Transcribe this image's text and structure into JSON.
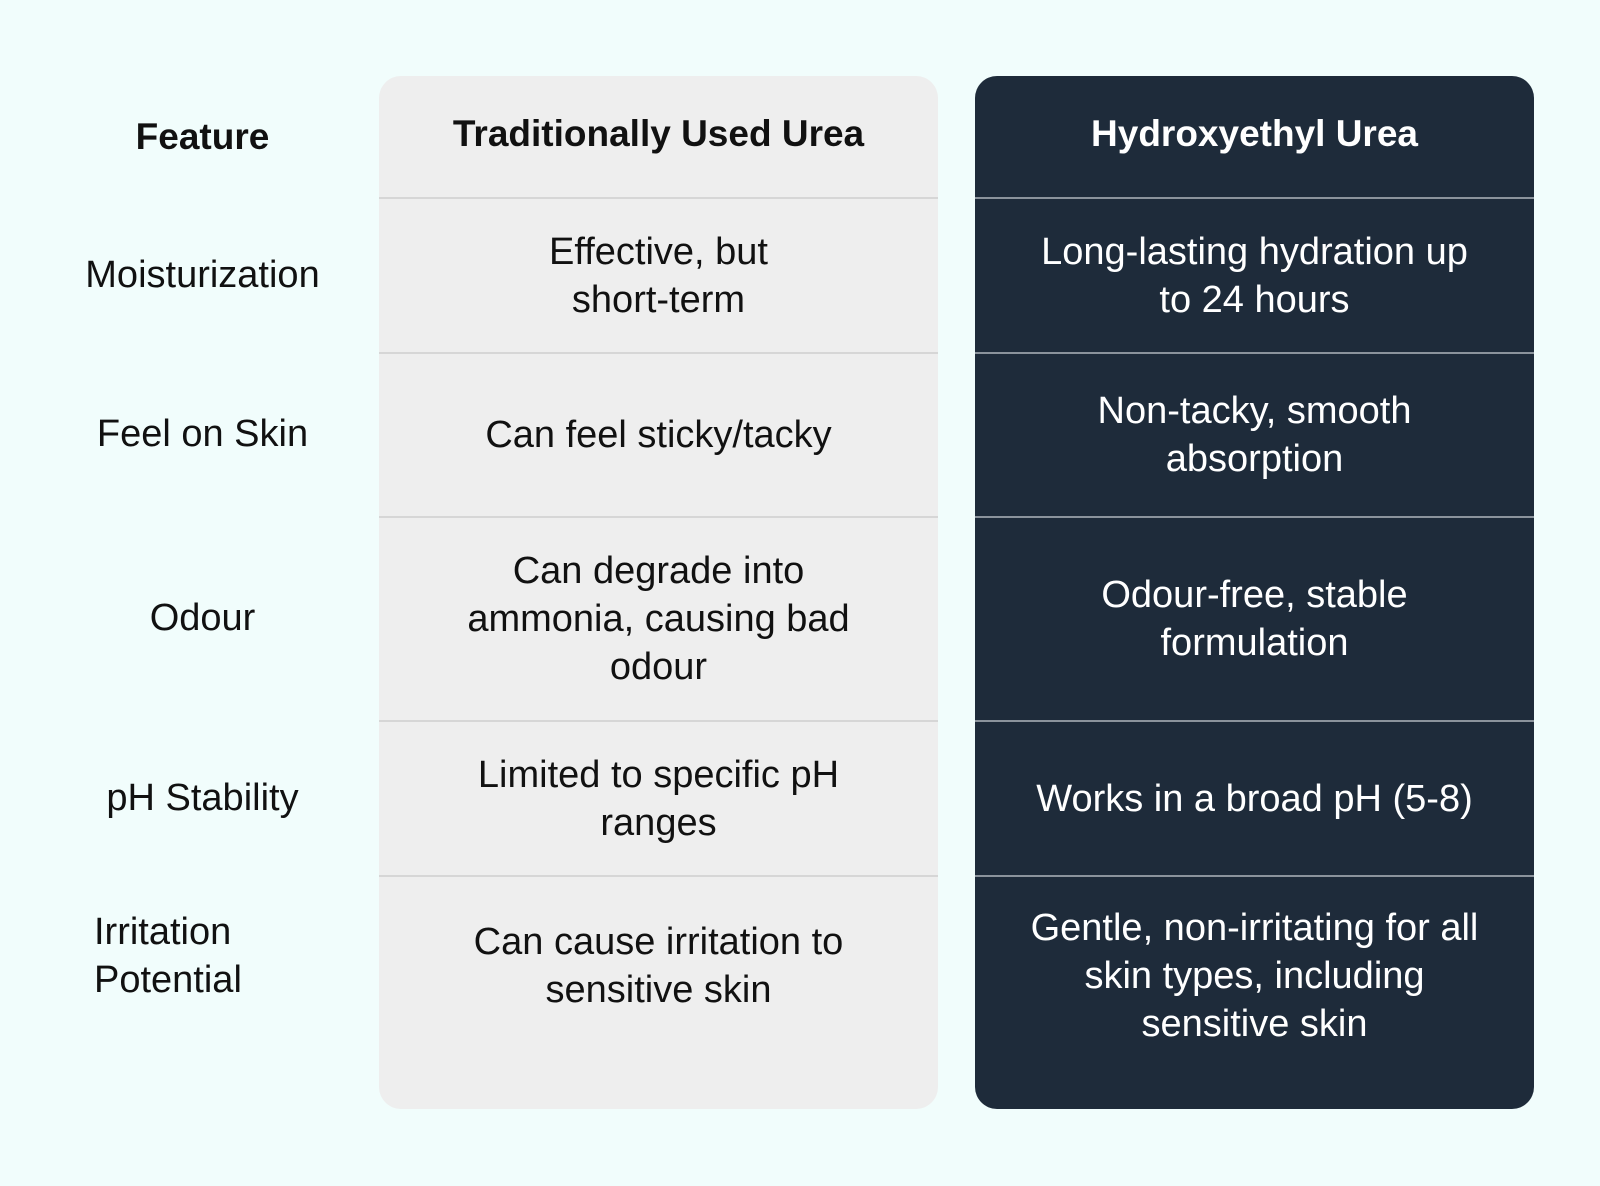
{
  "headers": {
    "feature": "Feature",
    "traditional": "Traditionally Used Urea",
    "hydroxyethyl": "Hydroxyethyl Urea"
  },
  "rows": [
    {
      "feature": "Moisturization",
      "traditional": "Effective, but short-term",
      "hydroxyethyl": "Long-lasting hydration up to 24 hours"
    },
    {
      "feature": "Feel on Skin",
      "traditional": "Can feel sticky/tacky",
      "hydroxyethyl": "Non-tacky, smooth absorption"
    },
    {
      "feature": "Odour",
      "traditional": "Can degrade into ammonia, causing bad odour",
      "hydroxyethyl": "Odour-free, stable formulation"
    },
    {
      "feature": "pH Stability",
      "traditional": "Limited to specific pH ranges",
      "hydroxyethyl": "Works in a broad pH (5-8)"
    },
    {
      "feature": "Irritation Potential",
      "traditional": "Can cause irritation to sensitive skin",
      "hydroxyethyl": "Gentle, non-irritating for all skin types, including sensitive skin"
    }
  ],
  "colors": {
    "background": "#f1fdfc",
    "traditional_bg": "#eeeeee",
    "hydroxyethyl_bg": "#1e2b3a"
  }
}
